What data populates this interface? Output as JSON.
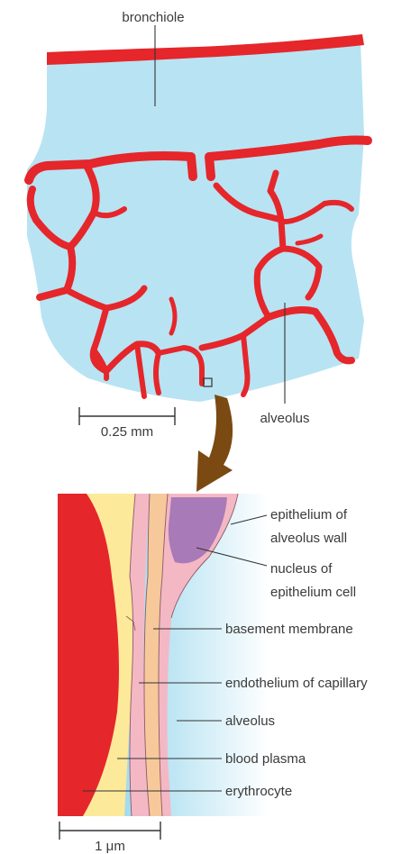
{
  "colors": {
    "alveolar_space": "#b8e3f2",
    "tissue_red": "#e5262b",
    "tissue_red_dark": "#c0171d",
    "plasma_yellow": "#fde99a",
    "endothelium_pink": "#f4b8c4",
    "basement_orange": "#f7c99a",
    "nucleus_purple": "#a97ab8",
    "arrow_brown": "#7a4a12",
    "line": "#333333"
  },
  "labels": {
    "bronchiole": "bronchiole",
    "alveolus_top": "alveolus",
    "scale_top": "0.25 mm",
    "epithelium_line1": "epithelium of",
    "epithelium_line2": "alveolus wall",
    "nucleus_line1": "nucleus of",
    "nucleus_line2": "epithelium cell",
    "basement": "basement membrane",
    "endothelium": "endothelium of capillary",
    "alveolus_bottom": "alveolus",
    "plasma": "blood plasma",
    "erythrocyte": "erythrocyte",
    "scale_bottom": "1 μm"
  },
  "icons": {
    "zoom_arrow": "curved-arrow-icon",
    "zoom_box": "magnify-box-icon"
  }
}
